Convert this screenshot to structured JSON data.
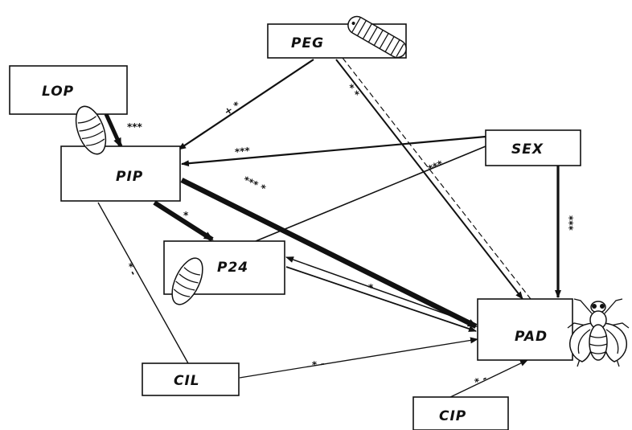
{
  "nodes": {
    "lop": {
      "label": "LOP"
    },
    "peg": {
      "label": "PEG"
    },
    "pip": {
      "label": "PIP"
    },
    "sex": {
      "label": "SEX"
    },
    "p24": {
      "label": "P24"
    },
    "pad": {
      "label": "PAD"
    },
    "cil": {
      "label": "CIL"
    },
    "cip": {
      "label": "CIP"
    }
  },
  "edges": {
    "lop_pip": {
      "label": "***"
    },
    "peg_pip": {
      "label": "+ *"
    },
    "peg_pad": {
      "label": "* *"
    },
    "sex_pip": {
      "label": "***"
    },
    "sex_p24": {
      "label": "***"
    },
    "sex_pad": {
      "label": "***"
    },
    "pip_p24": {
      "label": "*"
    },
    "pip_pad": {
      "label": "*** *"
    },
    "pip_cil": {
      "label": "* -"
    },
    "p24_pad": {
      "label": "*"
    },
    "cil_pad": {
      "label": "* -"
    },
    "cip_pad": {
      "label": "* -"
    }
  },
  "colors": {
    "ink": "#111111",
    "background": "#ffffff"
  },
  "icons": [
    "pupa-icon",
    "larva-icon",
    "pupa-icon",
    "adult-fly-icon"
  ]
}
